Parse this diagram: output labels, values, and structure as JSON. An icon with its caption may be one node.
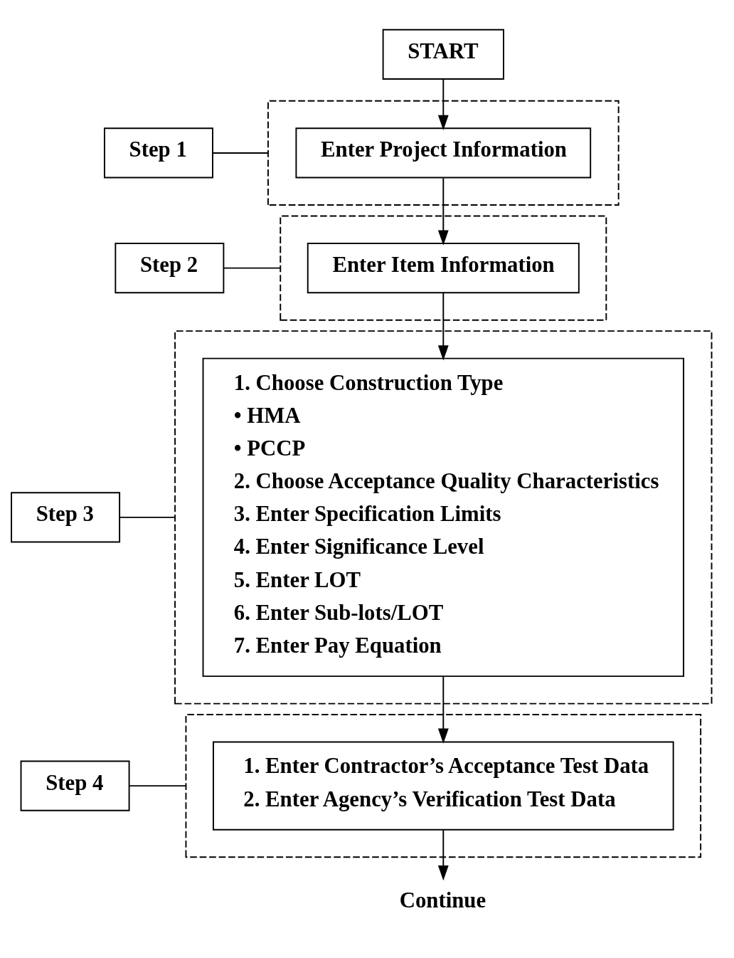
{
  "diagram": {
    "nodes": [
      {
        "text": [
          "START"
        ]
      },
      {
        "text": [
          "Step 1"
        ]
      },
      {
        "text": [],
        "shape": "box"
      },
      {
        "text": [
          "Enter Project Information"
        ],
        "in": 2
      },
      {
        "text": [
          "Step 2"
        ]
      },
      {
        "text": [],
        "shape": "box"
      },
      {
        "text": [
          "Enter Item Information"
        ],
        "in": 5
      },
      {
        "text": [
          "Step 3"
        ]
      },
      {
        "text": [],
        "shape": "box"
      },
      {
        "text": [
          "1. Choose Construction Type",
          "• HMA",
          "• PCCP",
          "2. Choose Acceptance Quality Characteristics",
          "3. Enter Specification Limits",
          "4. Enter Significance Level",
          "5. Enter LOT",
          "6. Enter Sub-lots/LOT",
          "7. Enter Pay Equation"
        ],
        "in": 8
      },
      {
        "text": [
          "Step 4"
        ]
      },
      {
        "text": [],
        "shape": "box"
      },
      {
        "text": [
          "1. Enter Contractor’s Acceptance Test Data",
          "2. Enter Agency’s Verification Test Data"
        ],
        "in": 11
      },
      {
        "text": [
          "Continue"
        ]
      }
    ],
    "edges": [
      {
        "from": 0,
        "to": 3,
        "arrow": "to"
      },
      {
        "from": 1,
        "to": 2,
        "arrow": "none"
      },
      {
        "from": 3,
        "to": 6,
        "arrow": "to"
      },
      {
        "from": 4,
        "to": 5,
        "arrow": "none"
      },
      {
        "from": 6,
        "to": 9,
        "arrow": "to"
      },
      {
        "from": 7,
        "to": 8,
        "arrow": "none"
      },
      {
        "from": 9,
        "to": 12,
        "arrow": "to"
      },
      {
        "from": 10,
        "to": 11,
        "arrow": "none"
      },
      {
        "from": 12,
        "to": 13,
        "arrow": "to"
      }
    ]
  }
}
